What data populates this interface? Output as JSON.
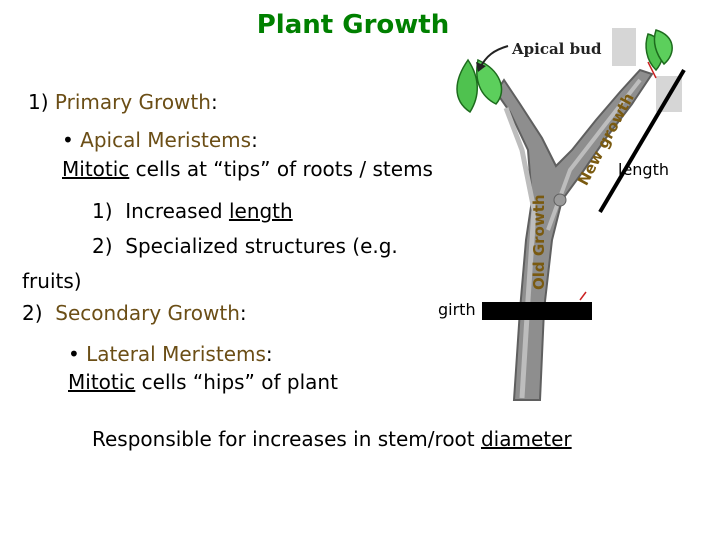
{
  "title": "Plant Growth",
  "primary": {
    "number": "1)",
    "heading": "Primary Growth",
    "colon": ":",
    "bullet": "•",
    "meristem_label": "Apical Meristems",
    "meristem_colon": ":",
    "desc_mitotic": "Mitotic",
    "desc_rest": " cells at “tips” of roots / stems",
    "item1_number": "1)",
    "item1_text_pre": "Increased ",
    "item1_text_underlined": "length",
    "item2_number": "2)",
    "item2_text": "Specialized structures (e.g.",
    "item2_wrap": "fruits)"
  },
  "secondary": {
    "number": "2)",
    "heading": "Secondary Growth",
    "colon": ":",
    "bullet": "•",
    "meristem_label": "Lateral Meristems",
    "meristem_colon": ":",
    "desc_mitotic": "Mitotic",
    "desc_rest": " cells “hips” of plant"
  },
  "responsible": {
    "text_pre": "Responsible for increases in stem/root ",
    "text_underlined": "diameter"
  },
  "figure_labels": {
    "apical_bud": "Apical bud",
    "new_growth": "New growth",
    "old_growth": "Old Growth",
    "length": "length",
    "girth": "girth"
  },
  "colors": {
    "title": "#008000",
    "heading_olive": "#6b4e16",
    "stem": "#8c8c8c",
    "leaf": "#4fc24f",
    "marker": "#000000"
  }
}
